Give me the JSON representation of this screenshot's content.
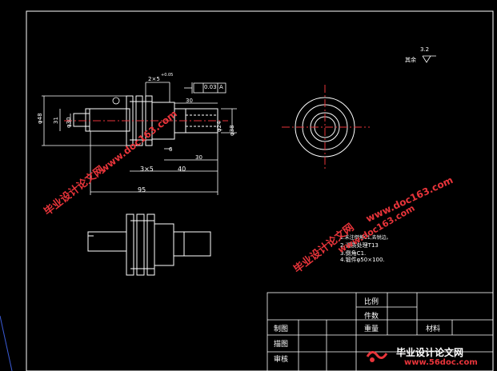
{
  "drawing": {
    "dims": {
      "grooves": "2×5",
      "tol_top": "+0.05",
      "runout": "0.03",
      "datum": "A",
      "dia48": "φ48",
      "dia38": "φ38",
      "dia30": "φ30",
      "len31": "31",
      "len30a": "30",
      "len30b": "30",
      "len6": "6",
      "len40": "40",
      "len3x5": "3×5",
      "len95": "95",
      "dia_right1": "φ24",
      "dia_right2": "φ38"
    },
    "roughness": {
      "label": "其余",
      "value": "3.2"
    },
    "notes": [
      "1.未注倒角C1,去锐边。",
      "2.调质处理T13",
      "3.倒角C1.",
      "4.锻件φ50×100."
    ],
    "title_block": {
      "scale": "比例",
      "quantity": "件数",
      "drawn": "制图",
      "weight": "重量",
      "material": "材料",
      "check": "描图",
      "review": "审核"
    }
  },
  "watermarks": {
    "w1": "毕业设计论文网",
    "w2": "www.doc163.com",
    "w3": "www.doc163.com",
    "w4": "毕业设计论文网",
    "w5": "www.doc163.com"
  },
  "brand": {
    "name": "毕业设计论文网",
    "url": "www.56doc.com"
  }
}
